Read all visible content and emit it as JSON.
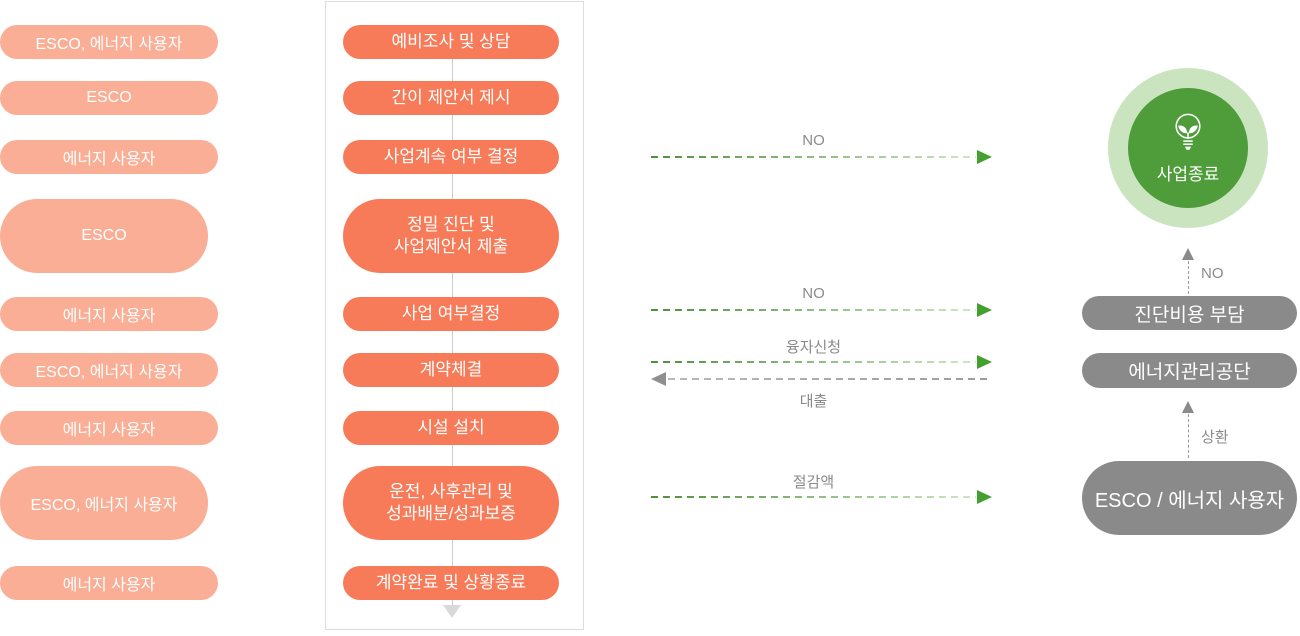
{
  "colors": {
    "actor_pill": "#f9ae95",
    "process_pill": "#f87b59",
    "gray_pill": "#8a8a8a",
    "end_node_green": "#4f9c3b",
    "end_node_ring": "#cae4bf",
    "arrow_green": "#43a02e",
    "arrow_gray": "#8f8f8f",
    "label_gray": "#8a8a8a"
  },
  "left_column": {
    "pills": [
      {
        "label": "ESCO, 에너지 사용자"
      },
      {
        "label": "ESCO"
      },
      {
        "label": "에너지 사용자"
      },
      {
        "label": "ESCO"
      },
      {
        "label": "에너지 사용자"
      },
      {
        "label": "ESCO, 에너지 사용자"
      },
      {
        "label": "에너지 사용자"
      },
      {
        "label": "ESCO, 에너지 사용자"
      },
      {
        "label": "에너지 사용자"
      }
    ]
  },
  "process_column": {
    "steps": [
      {
        "label": "예비조사 및 상담"
      },
      {
        "label": "간이 제안서 제시"
      },
      {
        "label": "사업계속 여부 결정"
      },
      {
        "label": "정밀 진단 및",
        "label2": "사업제안서 제출"
      },
      {
        "label": "사업 여부결정"
      },
      {
        "label": "계약체결"
      },
      {
        "label": "시설 설치"
      },
      {
        "label": "운전, 사후관리 및",
        "label2": "성과배분/성과보증"
      },
      {
        "label": "계약완료 및 상황종료"
      }
    ]
  },
  "flow_arrows": [
    {
      "label": "NO",
      "direction": "right",
      "color": "green"
    },
    {
      "label": "NO",
      "direction": "right",
      "color": "green"
    },
    {
      "label": "융자신청",
      "direction": "right",
      "color": "green"
    },
    {
      "label": "대출",
      "direction": "left",
      "color": "gray"
    },
    {
      "label": "절감액",
      "direction": "right",
      "color": "green"
    }
  ],
  "right_column": {
    "end_node": {
      "label": "사업종료",
      "icon": "lightbulb-leaf-icon"
    },
    "no_label": "NO",
    "repay_label": "상환",
    "pills": [
      {
        "label": "진단비용 부담"
      },
      {
        "label": "에너지관리공단"
      },
      {
        "label": "ESCO / 에너지 사용자"
      }
    ]
  }
}
